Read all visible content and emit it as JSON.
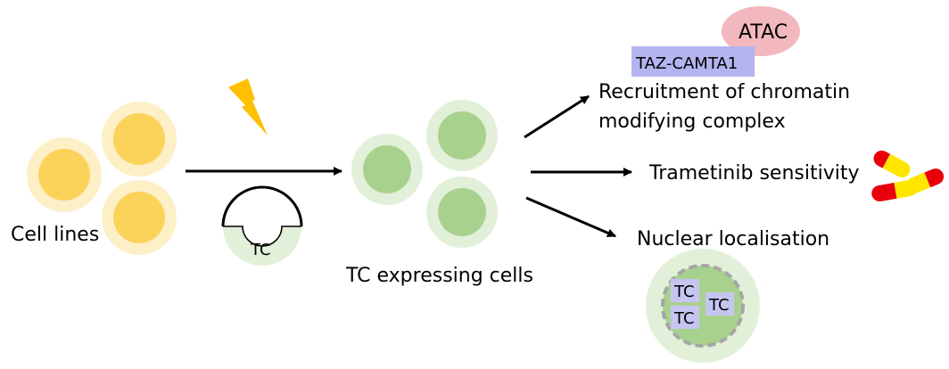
{
  "labels": {
    "cell_lines": "Cell lines",
    "tc_plasmid": "TC",
    "tc_expressing_cells": "TC expressing cells",
    "recruitment_line1": "Recruitment of chromatin",
    "recruitment_line2": "modifying complex",
    "trametinib": "Trametinib sensitivity",
    "nuclear": "Nuclear localisation",
    "taz_camta1": "TAZ-CAMTA1",
    "atac": "ATAC",
    "tc_box_1": "TC",
    "tc_box_2": "TC",
    "tc_box_3": "TC"
  },
  "colors": {
    "yellow_outer": "#FDEFC6",
    "yellow_inner": "#FCD35A",
    "green_outer": "#E2F0D9",
    "green_inner": "#A9D18E",
    "tc_box": "#C5C5F2",
    "taz_box": "#B4B4F0",
    "atac_ellipse": "#F2B8BE",
    "bolt": "#FFC000",
    "pill_red": "#E8000B",
    "pill_yellow": "#FFE600",
    "nucleus_dash": "#A6A6A6"
  },
  "icons": [
    "lightning-bolt-icon",
    "plasmid-icon",
    "pill-icon"
  ]
}
